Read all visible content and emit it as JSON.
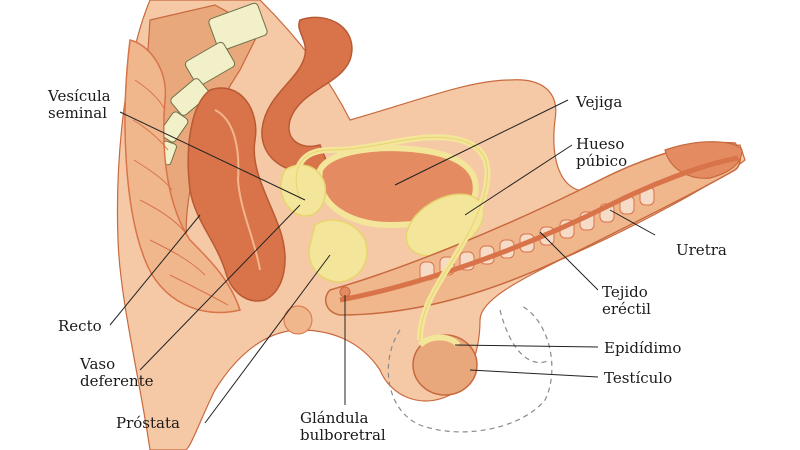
{
  "labels": {
    "vesicula": "Vesícula\nseminal",
    "vejiga": "Vejiga",
    "hueso": "Hueso\npúbico",
    "uretra": "Uretra",
    "tejido": "Tejido\neréctil",
    "epididimo": "Epidídimo",
    "testiculo": "Testículo",
    "recto": "Recto",
    "vaso": "Vaso\ndeferente",
    "prostata": "Próstata",
    "glandula": "Glándula\nbulboretral"
  },
  "colors": {
    "skin": "#f6c9a6",
    "skin_dark": "#e9a77c",
    "flesh": "#e48b62",
    "organ": "#d9734a",
    "yellow": "#f3e59a",
    "yellow_line": "#e8d46e",
    "bone": "#f2f0c9",
    "bone_dark": "#6f7048",
    "outline": "#c86a3e",
    "leader": "#222222"
  }
}
